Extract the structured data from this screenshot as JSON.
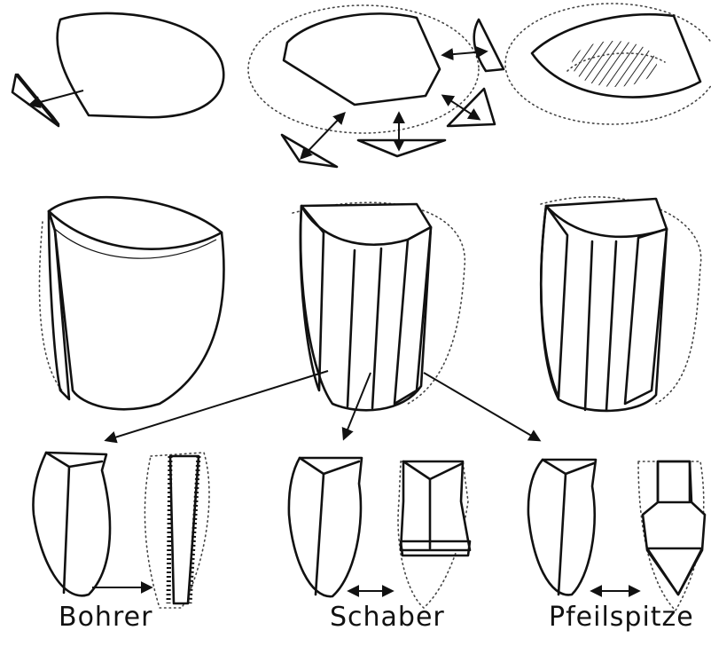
{
  "labels": {
    "drill": "Bohrer",
    "scraper": "Schaber",
    "arrowhead": "Pfeilspitze"
  },
  "colors": {
    "ink": "#111111",
    "background": "#ffffff"
  }
}
